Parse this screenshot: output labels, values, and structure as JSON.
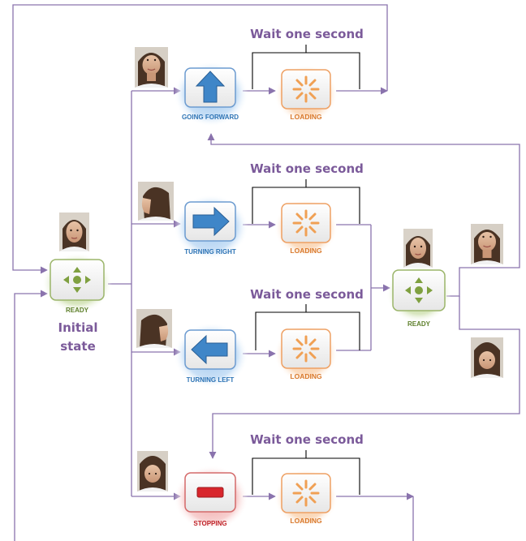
{
  "labels": {
    "wait": "Wait one second",
    "initial": [
      "Initial",
      "state"
    ],
    "ready": "READY",
    "going_forward": "GOING FORWARD",
    "turning_right": "TURNING RIGHT",
    "turning_left": "TURNING LEFT",
    "stopping": "STOPPING",
    "loading": "LOADING"
  },
  "colors": {
    "connector": "#8a73ad",
    "label_purple": "#7b5a9a",
    "ready_green": "#8aa84a",
    "blue_state": "#3f86c8",
    "stop_red": "#d8262c",
    "loading_orange": "#f0a054",
    "text_blue": "#2e74b5",
    "text_red": "#c0252b",
    "text_orange": "#d9782a"
  },
  "icons": {
    "ready": "arrows-joystick-icon",
    "going_forward": "arrow-up-icon",
    "turning_right": "arrow-right-icon",
    "turning_left": "arrow-left-icon",
    "stopping": "stop-bar-icon",
    "loading": "loading-spinner-icon",
    "face": "face-photo"
  }
}
